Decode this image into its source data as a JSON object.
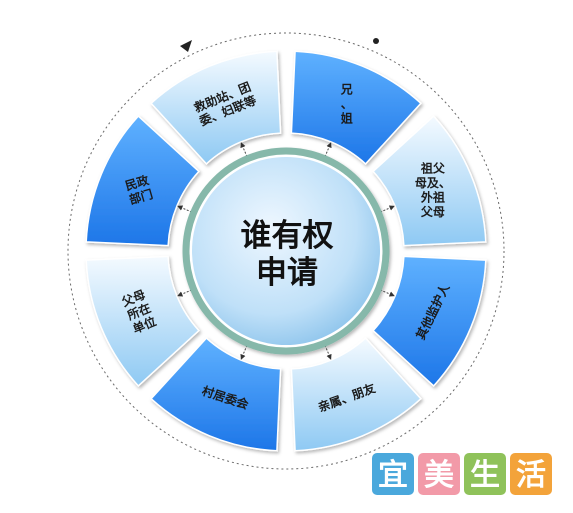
{
  "diagram": {
    "center": {
      "line1": "谁有权",
      "line2": "申请"
    },
    "segments": [
      {
        "id": "siblings",
        "lines": [
          "兄",
          "、",
          "姐"
        ],
        "style": "dark",
        "rotate": 0
      },
      {
        "id": "grandparents",
        "lines": [
          "祖父",
          "母及、",
          "外祖",
          "父母"
        ],
        "style": "light",
        "rotate": 0
      },
      {
        "id": "guardian",
        "lines": [
          "其他监护人"
        ],
        "style": "dark",
        "rotate": -64
      },
      {
        "id": "relatives",
        "lines": [
          "亲属、朋友"
        ],
        "style": "light",
        "rotate": -20
      },
      {
        "id": "village",
        "lines": [
          "村居委会"
        ],
        "style": "dark",
        "rotate": 18
      },
      {
        "id": "workplace",
        "lines": [
          "父母",
          "所在",
          "单位"
        ],
        "style": "light",
        "rotate": -22
      },
      {
        "id": "civil-affairs",
        "lines": [
          "民政",
          "部门"
        ],
        "style": "dark",
        "rotate": -16
      },
      {
        "id": "rescue",
        "lines": [
          "救助站、团",
          "委、妇联等"
        ],
        "style": "light",
        "rotate": -22
      }
    ]
  },
  "logo": {
    "chars": [
      "宜",
      "美",
      "生",
      "活"
    ]
  },
  "colors": {
    "dark_start": "#5fb1ff",
    "dark_end": "#1d76e8",
    "light_start": "#f4faff",
    "light_end": "#8ec9f3",
    "center_ring": "#86b8aa",
    "logo": [
      "#4aa8dc",
      "#f29aa8",
      "#8fc25a",
      "#f3a33a"
    ]
  }
}
